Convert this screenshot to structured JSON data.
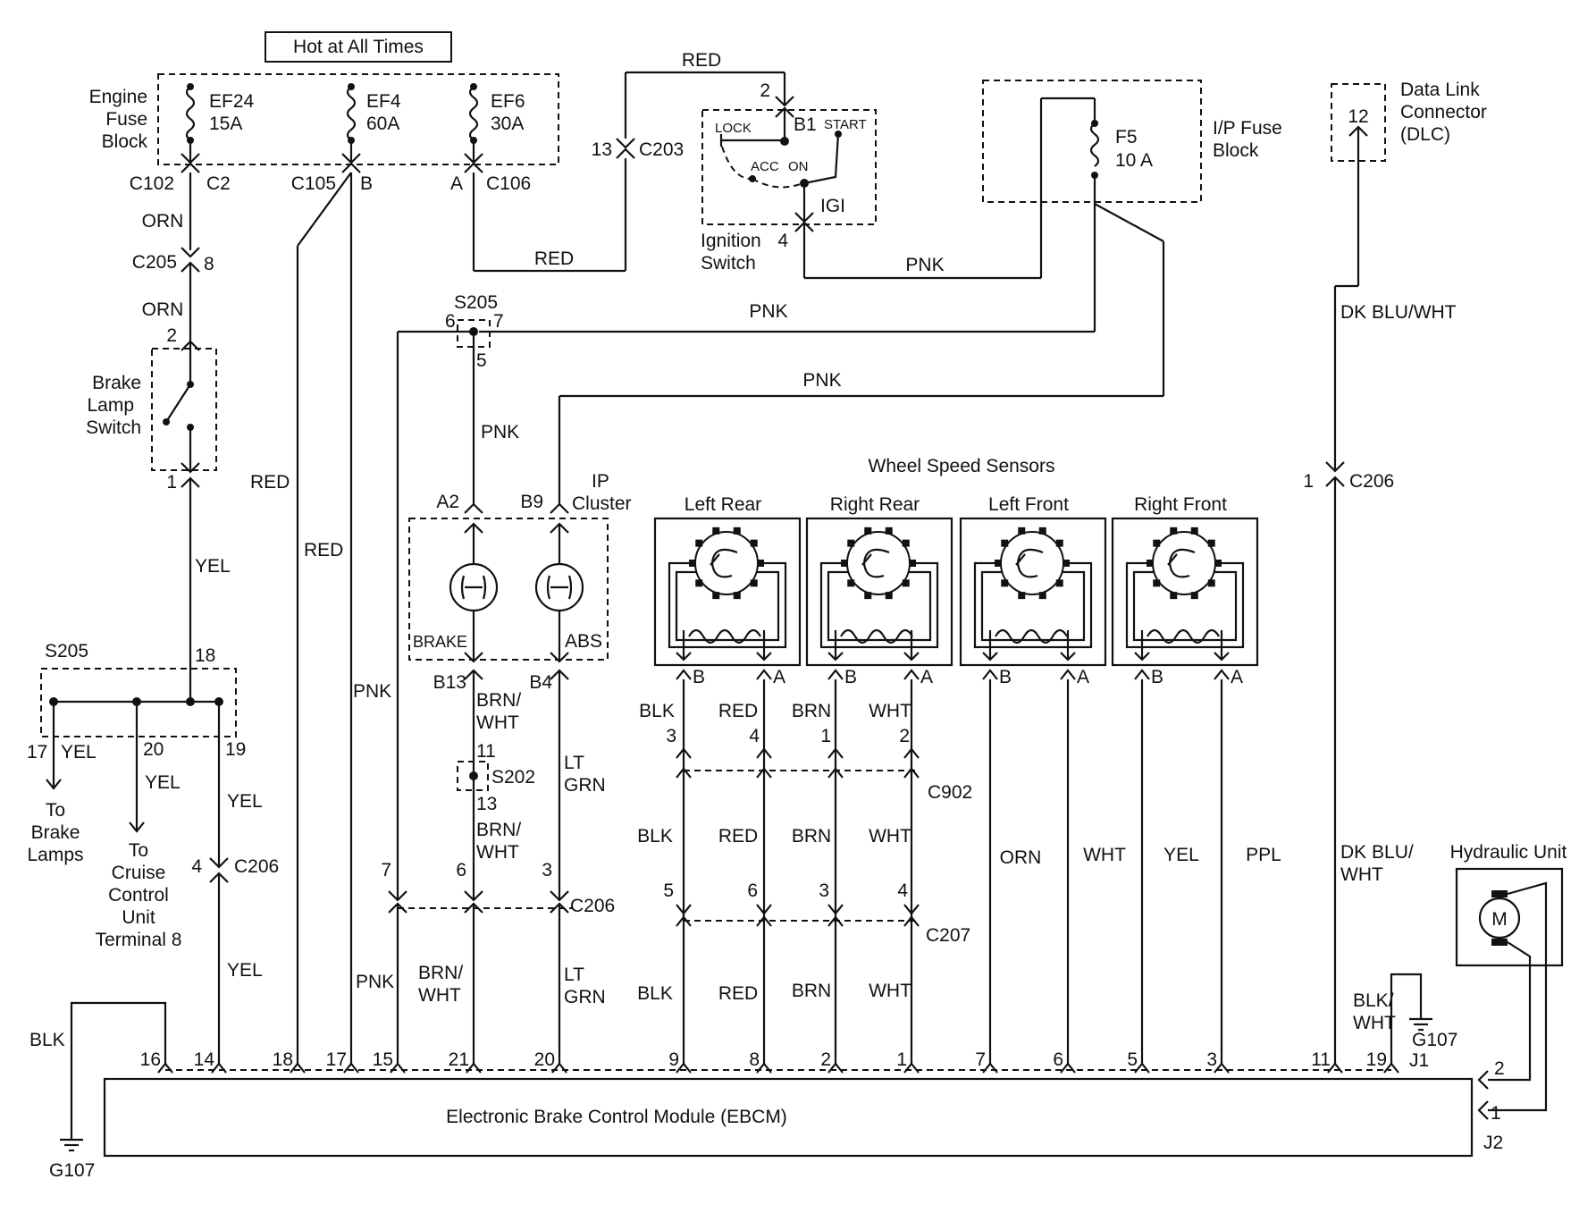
{
  "header_box": "Hot at All Times",
  "engine_fuse_block": {
    "label_lines": [
      "Engine",
      "Fuse",
      "Block"
    ],
    "fuses": [
      {
        "name": "EF24",
        "rating": "15A"
      },
      {
        "name": "EF4",
        "rating": "60A"
      },
      {
        "name": "EF6",
        "rating": "30A"
      }
    ],
    "conn_c102": "C102",
    "pin_c2": "C2",
    "conn_c105": "C105",
    "pin_b": "B",
    "pin_a": "A",
    "conn_c106": "C106"
  },
  "ignition": {
    "wire_red_top": "RED",
    "wire_red_low": "RED",
    "pin_13": "13",
    "conn_c203": "C203",
    "pin_2": "2",
    "pin_b1": "B1",
    "lock": "LOCK",
    "start": "START",
    "acc": "ACC",
    "on": "ON",
    "igi": "IGI",
    "pin_4": "4",
    "label_lines": [
      "Ignition",
      "Switch"
    ],
    "wire_pnk": "PNK"
  },
  "ip_fuse_block": {
    "fuse_name": "F5",
    "fuse_rating": "10 A",
    "label_lines": [
      "I/P Fuse",
      "Block"
    ]
  },
  "dlc": {
    "pin": "12",
    "label_lines": [
      "Data Link",
      "Connector",
      "(DLC)"
    ],
    "wire": "DK BLU/WHT",
    "pin_1": "1",
    "conn_c206": "C206"
  },
  "brake_lamp": {
    "wire_orn1": "ORN",
    "conn_c205": "C205",
    "pin_8": "8",
    "wire_orn2": "ORN",
    "pin_2": "2",
    "label_lines": [
      "Brake",
      "Lamp",
      "Switch"
    ],
    "pin_1": "1",
    "wire_yel": "YEL"
  },
  "splice_s205_left": {
    "name": "S205",
    "pin_18": "18",
    "pin_17": "17",
    "yel_17": "YEL",
    "pin_20": "20",
    "yel_20": "YEL",
    "pin_19": "19",
    "yel_19": "YEL",
    "to_brake_lines": [
      "To",
      "Brake",
      "Lamps"
    ],
    "to_cruise_lines": [
      "To",
      "Cruise",
      "Control",
      "Unit",
      "Terminal 8"
    ],
    "pin_4": "4",
    "conn_c206": "C206",
    "yel_bottom": "YEL"
  },
  "red_wires": {
    "red_1": "RED",
    "red_2": "RED"
  },
  "splice_s205_top": {
    "name": "S205",
    "pin_6": "6",
    "pin_7": "7",
    "pin_5": "5",
    "wire_pnk_right": "PNK",
    "wire_pnk_down": "PNK",
    "wire_pnk_left": "PNK",
    "wire_pnk_low": "PNK"
  },
  "ip_cluster": {
    "label_lines": [
      "IP",
      "Cluster"
    ],
    "pin_a2": "A2",
    "pin_b9": "B9",
    "lamp_brake": "BRAKE",
    "lamp_abs": "ABS",
    "pin_b13": "B13",
    "pin_b4": "B4",
    "wire_brnwht_lines": [
      "BRN/",
      "WHT"
    ],
    "wire_ltgrn_lines": [
      "LT",
      "GRN"
    ],
    "pin_11": "11",
    "splice": "S202",
    "pin_13": "13",
    "wire_brnwht2_lines": [
      "BRN/",
      "WHT"
    ],
    "pin_7": "7",
    "pin_6": "6",
    "pin_3": "3",
    "conn_c206": "C206",
    "wire_pnk3": "PNK",
    "wire_brnwht3_lines": [
      "BRN/",
      "WHT"
    ],
    "wire_ltgrn3_lines": [
      "LT",
      "GRN"
    ]
  },
  "wheel_sensors": {
    "title": "Wheel Speed Sensors",
    "names": [
      "Left Rear",
      "Right Rear",
      "Left Front",
      "Right Front"
    ],
    "pin_b": "B",
    "pin_a": "A",
    "rear_wires_top": [
      "BLK",
      "RED",
      "BRN",
      "WHT"
    ],
    "rear_pins_top": [
      "3",
      "4",
      "1",
      "2"
    ],
    "conn_c902": "C902",
    "rear_wires_mid": [
      "BLK",
      "RED",
      "BRN",
      "WHT"
    ],
    "rear_pins_mid": [
      "5",
      "6",
      "3",
      "4"
    ],
    "conn_c207": "C207",
    "rear_wires_low": [
      "BLK",
      "RED",
      "BRN",
      "WHT"
    ],
    "front_wires": [
      "ORN",
      "WHT",
      "YEL",
      "PPL"
    ]
  },
  "dk_blu_wht_lines": [
    "DK BLU/",
    "WHT"
  ],
  "hydraulic": {
    "label": "Hydraulic Unit",
    "motor": "M",
    "pin_2": "2",
    "pin_1": "1",
    "conn_j2": "J2"
  },
  "ground": {
    "blk_left": "BLK",
    "g107_left": "G107",
    "blkwht_lines": [
      "BLK/",
      "WHT"
    ],
    "g107_right": "G107",
    "conn_j1": "J1"
  },
  "ebcm": {
    "label": "Electronic Brake Control Module (EBCM)",
    "pins": [
      "16",
      "14",
      "18",
      "17",
      "15",
      "21",
      "20",
      "9",
      "8",
      "2",
      "1",
      "7",
      "6",
      "5",
      "3",
      "11",
      "19"
    ]
  }
}
